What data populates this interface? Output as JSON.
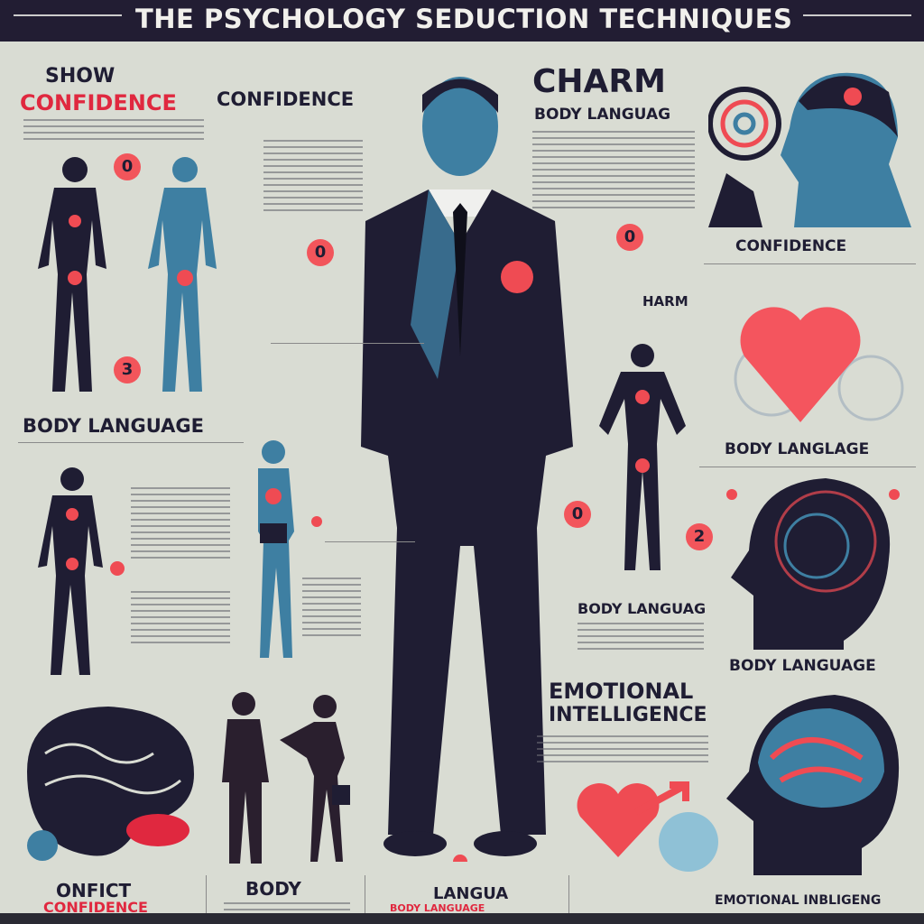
{
  "header": {
    "title": "THE PSYCHOLOGY SEDUCTION TECHNIQUES"
  },
  "labels": {
    "show": "SHOW",
    "confidence_red": "CONFIDENCE",
    "confidence_navy": "CONFIDENCE",
    "charm": "CHARM",
    "body_languag_top": "BODY LANGUAG",
    "confidence_right": "CONFIDENCE",
    "harm": "HARM",
    "body_langlage": "BODY LANGLAGE",
    "body_language_left": "BODY LANGUAGE",
    "body_languag_mid": "BODY LANGUAG",
    "body_language_right": "BODY LANGUAGE",
    "emotional": "EMOTIONAL",
    "intelligence": "INTELLIGENCE"
  },
  "badges": {
    "n3": "3",
    "n0a": "0",
    "n0b": "0",
    "n2": "2",
    "n0c": "0"
  },
  "footer": {
    "onfict": "ONFICT",
    "confidence": "CONFIDENCE",
    "body": "BODY",
    "langua": "LANGUA",
    "body_language": "BODY LANGUAGE",
    "emotional": "EMOTIONAL INBLIGENG"
  },
  "colors": {
    "navy": "#1f1d33",
    "red": "#e0283f",
    "blue": "#3e7fa2",
    "background": "#d9dcd3"
  }
}
